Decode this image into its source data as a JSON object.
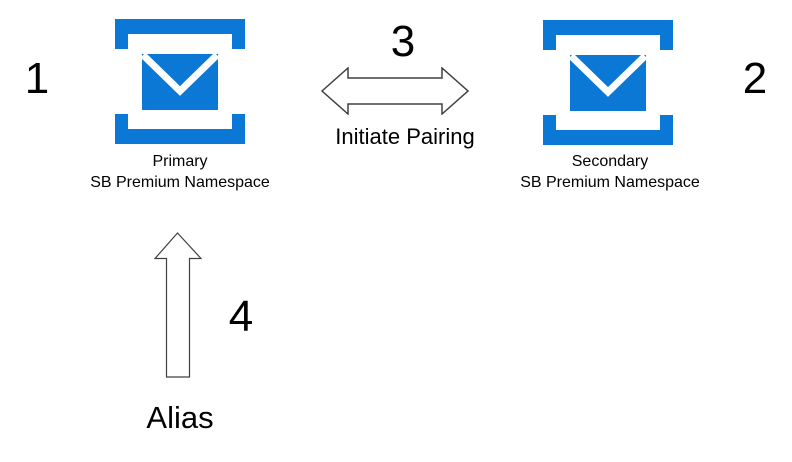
{
  "colors": {
    "accent": "#0a78d4",
    "outline": "#404040",
    "text": "#000000"
  },
  "diagram": {
    "nodes": {
      "primary": {
        "step": "1",
        "name": "Primary",
        "type": "SB Premium Namespace",
        "icon": "service-bus-namespace-icon"
      },
      "secondary": {
        "step": "2",
        "name": "Secondary",
        "type": "SB Premium Namespace",
        "icon": "service-bus-namespace-icon"
      }
    },
    "pairing": {
      "step": "3",
      "label": "Initiate Pairing",
      "arrow": "double-headed-horizontal-arrow"
    },
    "alias": {
      "step": "4",
      "label": "Alias",
      "arrow": "up-arrow"
    }
  }
}
